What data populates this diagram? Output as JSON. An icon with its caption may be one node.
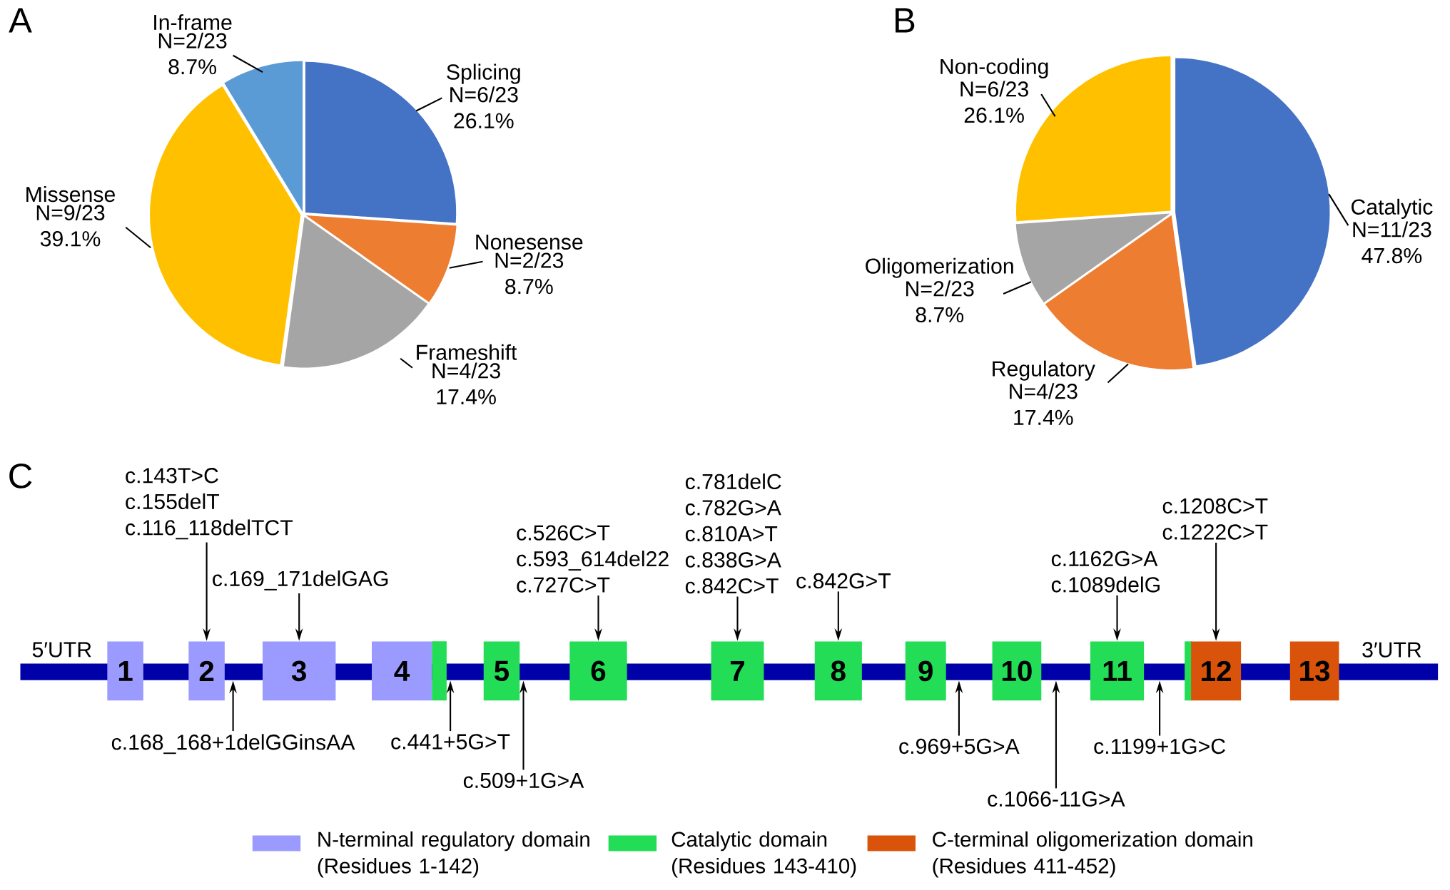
{
  "diagram": {
    "nodes": [
      {
        "text": [],
        "shape": "bar"
      },
      {
        "text": [
          "1"
        ]
      },
      {
        "text": [
          "2"
        ]
      },
      {
        "text": [
          "3"
        ]
      },
      {
        "text": [
          "4"
        ]
      },
      {
        "text": [
          "5"
        ]
      },
      {
        "text": [
          "6"
        ]
      },
      {
        "text": [
          "7"
        ]
      },
      {
        "text": [
          "8"
        ]
      },
      {
        "text": [
          "9"
        ]
      },
      {
        "text": [
          "10"
        ]
      },
      {
        "text": [
          "11"
        ]
      },
      {
        "text": [
          "12"
        ]
      },
      {
        "text": [
          "13"
        ]
      },
      {
        "text": [
          "c.143T>C",
          "c.155delT",
          "c.116_118delTCT"
        ]
      },
      {
        "text": [
          "c.169_171delGAG"
        ]
      },
      {
        "text": [
          "c.526C>T",
          "c.593_614del22",
          "c.727C>T"
        ]
      },
      {
        "text": [
          "c.781delC",
          "c.782G>A",
          "c.810A>T",
          "c.838G>A",
          "c.842C>T"
        ]
      },
      {
        "text": [
          "c.842G>T"
        ]
      },
      {
        "text": [
          "c.1162G>A",
          "c.1089delG"
        ]
      },
      {
        "text": [
          "c.1208C>T",
          "c.1222C>T"
        ]
      },
      {
        "text": [
          "c.168_168+1delGGinsAA"
        ]
      },
      {
        "text": [
          "c.441+5G>T"
        ]
      },
      {
        "text": [
          "c.509+1G>A"
        ]
      },
      {
        "text": [
          "c.969+5G>A"
        ]
      },
      {
        "text": [
          "c.1066-11G>A"
        ]
      },
      {
        "text": [
          "c.1199+1G>C"
        ]
      }
    ],
    "edges": [
      {
        "from": 14,
        "to": 2,
        "arrow": "to"
      },
      {
        "from": 15,
        "to": 3,
        "arrow": "to"
      },
      {
        "from": 16,
        "to": 6,
        "arrow": "to"
      },
      {
        "from": 17,
        "to": 7,
        "arrow": "to"
      },
      {
        "from": 18,
        "to": 8,
        "arrow": "to"
      },
      {
        "from": 19,
        "to": 11,
        "arrow": "to"
      },
      {
        "from": 20,
        "to": 12,
        "arrow": "to"
      },
      {
        "from": 21,
        "to": 0,
        "arrow": "to"
      },
      {
        "from": 22,
        "to": 0,
        "arrow": "to"
      },
      {
        "from": 23,
        "to": 0,
        "arrow": "to"
      },
      {
        "from": 24,
        "to": 0,
        "arrow": "to"
      },
      {
        "from": 25,
        "to": 0,
        "arrow": "to"
      },
      {
        "from": 26,
        "to": 0,
        "arrow": "to"
      }
    ],
    "labels": [
      "A",
      "B",
      "C",
      "5′UTR",
      "3′UTR"
    ],
    "legend": [
      {
        "text": "N-terminal regulatory domain (Residues 1-142)",
        "color": "#9b9bff"
      },
      {
        "text": "Catalytic domain (Residues 143-410)",
        "color": "#22dd55"
      },
      {
        "text": "C-terminal oligomerization domain (Residues 411-452)",
        "color": "#d9540a"
      }
    ],
    "chart_data": [
      {
        "type": "pie",
        "categories": [
          "Splicing",
          "Nonesense",
          "Frameshift",
          "Missense",
          "In-frame"
        ],
        "values": [
          6,
          2,
          4,
          9,
          2
        ],
        "value_labels": [
          "N=6/23 26.1%",
          "N=2/23 8.7%",
          "N=4/23 17.4%",
          "N=9/23 39.1%",
          "N=2/23 8.7%"
        ],
        "colors": [
          "#4472c4",
          "#ed7d31",
          "#a5a5a5",
          "#ffc000",
          "#5b9bd5"
        ]
      },
      {
        "type": "pie",
        "categories": [
          "Catalytic",
          "Regulatory",
          "Oligomerization",
          "Non-coding"
        ],
        "values": [
          11,
          4,
          2,
          6
        ],
        "value_labels": [
          "N=11/23 47.8%",
          "N=4/23 17.4%",
          "N=2/23 8.7%",
          "N=6/23 26.1%"
        ],
        "colors": [
          "#4472c4",
          "#ed7d31",
          "#a5a5a5",
          "#ffc000"
        ]
      }
    ]
  }
}
